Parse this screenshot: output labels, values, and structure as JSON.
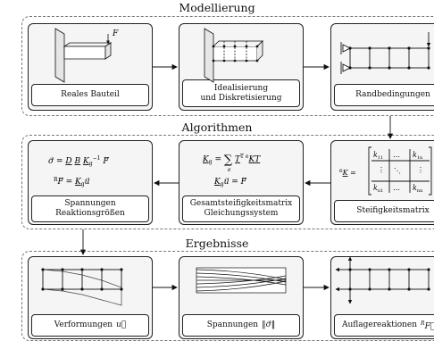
{
  "sections": {
    "modellierung": "Modellierung",
    "algorithmen": "Algorithmen",
    "ergebnisse": "Ergebnisse"
  },
  "row1": {
    "card1": {
      "caption": "Reales Bauteil",
      "force_label": "F"
    },
    "card2": {
      "caption_line1": "Idealisierung",
      "caption_line2": "und Diskretisierung"
    },
    "card3": {
      "caption": "Randbedingungen"
    }
  },
  "row2": {
    "card1": {
      "caption_line1": "Spannungen",
      "caption_line2": "Reaktionsgrößen"
    },
    "card2": {
      "caption_line1": "Gesamtsteifigkeitsmatrix",
      "caption_line2": "Gleichungssystem"
    },
    "card3": {
      "caption": "Steifigkeitsmatrix"
    }
  },
  "row3": {
    "card1": {
      "caption": "Verformungen"
    },
    "card2": {
      "caption": "Spannungen"
    },
    "card3": {
      "caption": "Auflagereaktionen"
    }
  }
}
